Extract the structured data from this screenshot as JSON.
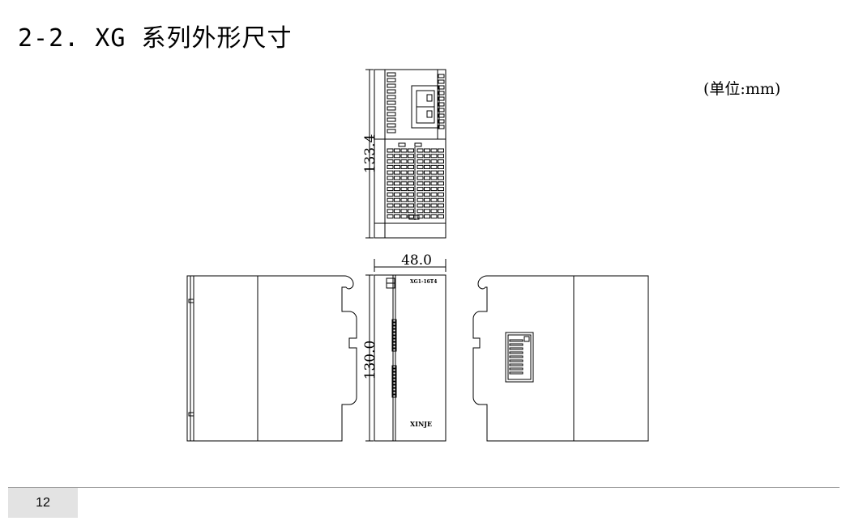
{
  "section_title": "2-2. XG 系列外形尺寸",
  "unit_note": "(单位:mm)",
  "dimensions": {
    "top_view_height": "133.4",
    "front_width": "48.0",
    "front_height": "130.0"
  },
  "front_panel": {
    "model_label": "XG1-16T4",
    "brand": "XINJE"
  },
  "page_number": "12"
}
